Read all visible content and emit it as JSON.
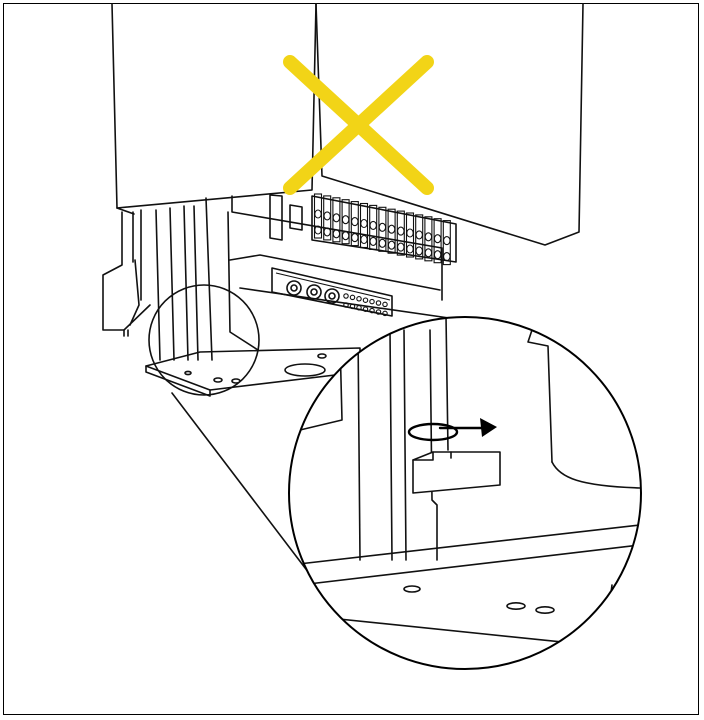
{
  "figure": {
    "subject": "installation-illustration",
    "callout": "magnified-detail",
    "warning_mark": "cross-mark",
    "rotation_indicator": "curved-arrow-icon"
  },
  "colors": {
    "outline": "#111111",
    "background": "#ffffff",
    "warning_cross": "#f2d417"
  }
}
